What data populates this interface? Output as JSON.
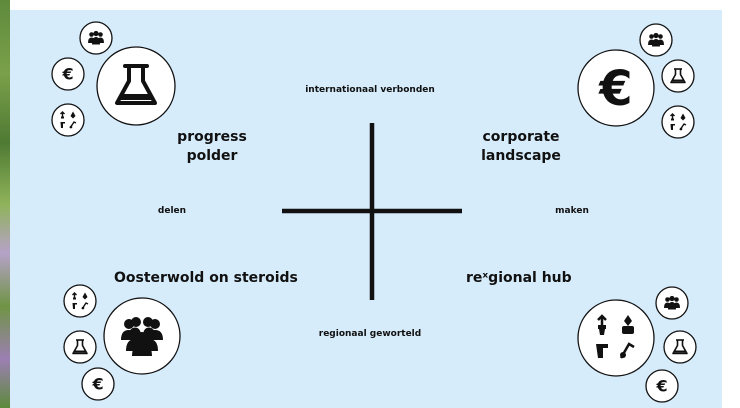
{
  "axes": {
    "top": "internationaal verbonden",
    "bottom": "regionaal geworteld",
    "left": "delen",
    "right": "maken"
  },
  "quadrants": {
    "top_left": {
      "line1": "progress",
      "line2": "polder",
      "main_icon": "flask-icon"
    },
    "top_right": {
      "line1": "corporate",
      "line2": "landscape",
      "main_icon": "euro-icon"
    },
    "bottom_left": {
      "title": "Oosterwold on steroids",
      "main_icon": "people-group-icon"
    },
    "bottom_right": {
      "title": "reˣgional hub",
      "main_icon": "production-tools-icon"
    }
  },
  "small_icons": [
    "people-group-icon",
    "euro-icon",
    "flask-icon",
    "production-tools-icon"
  ],
  "colors": {
    "background": "#d6ecfb",
    "ink": "#111111",
    "circle_fill": "#ffffff"
  }
}
